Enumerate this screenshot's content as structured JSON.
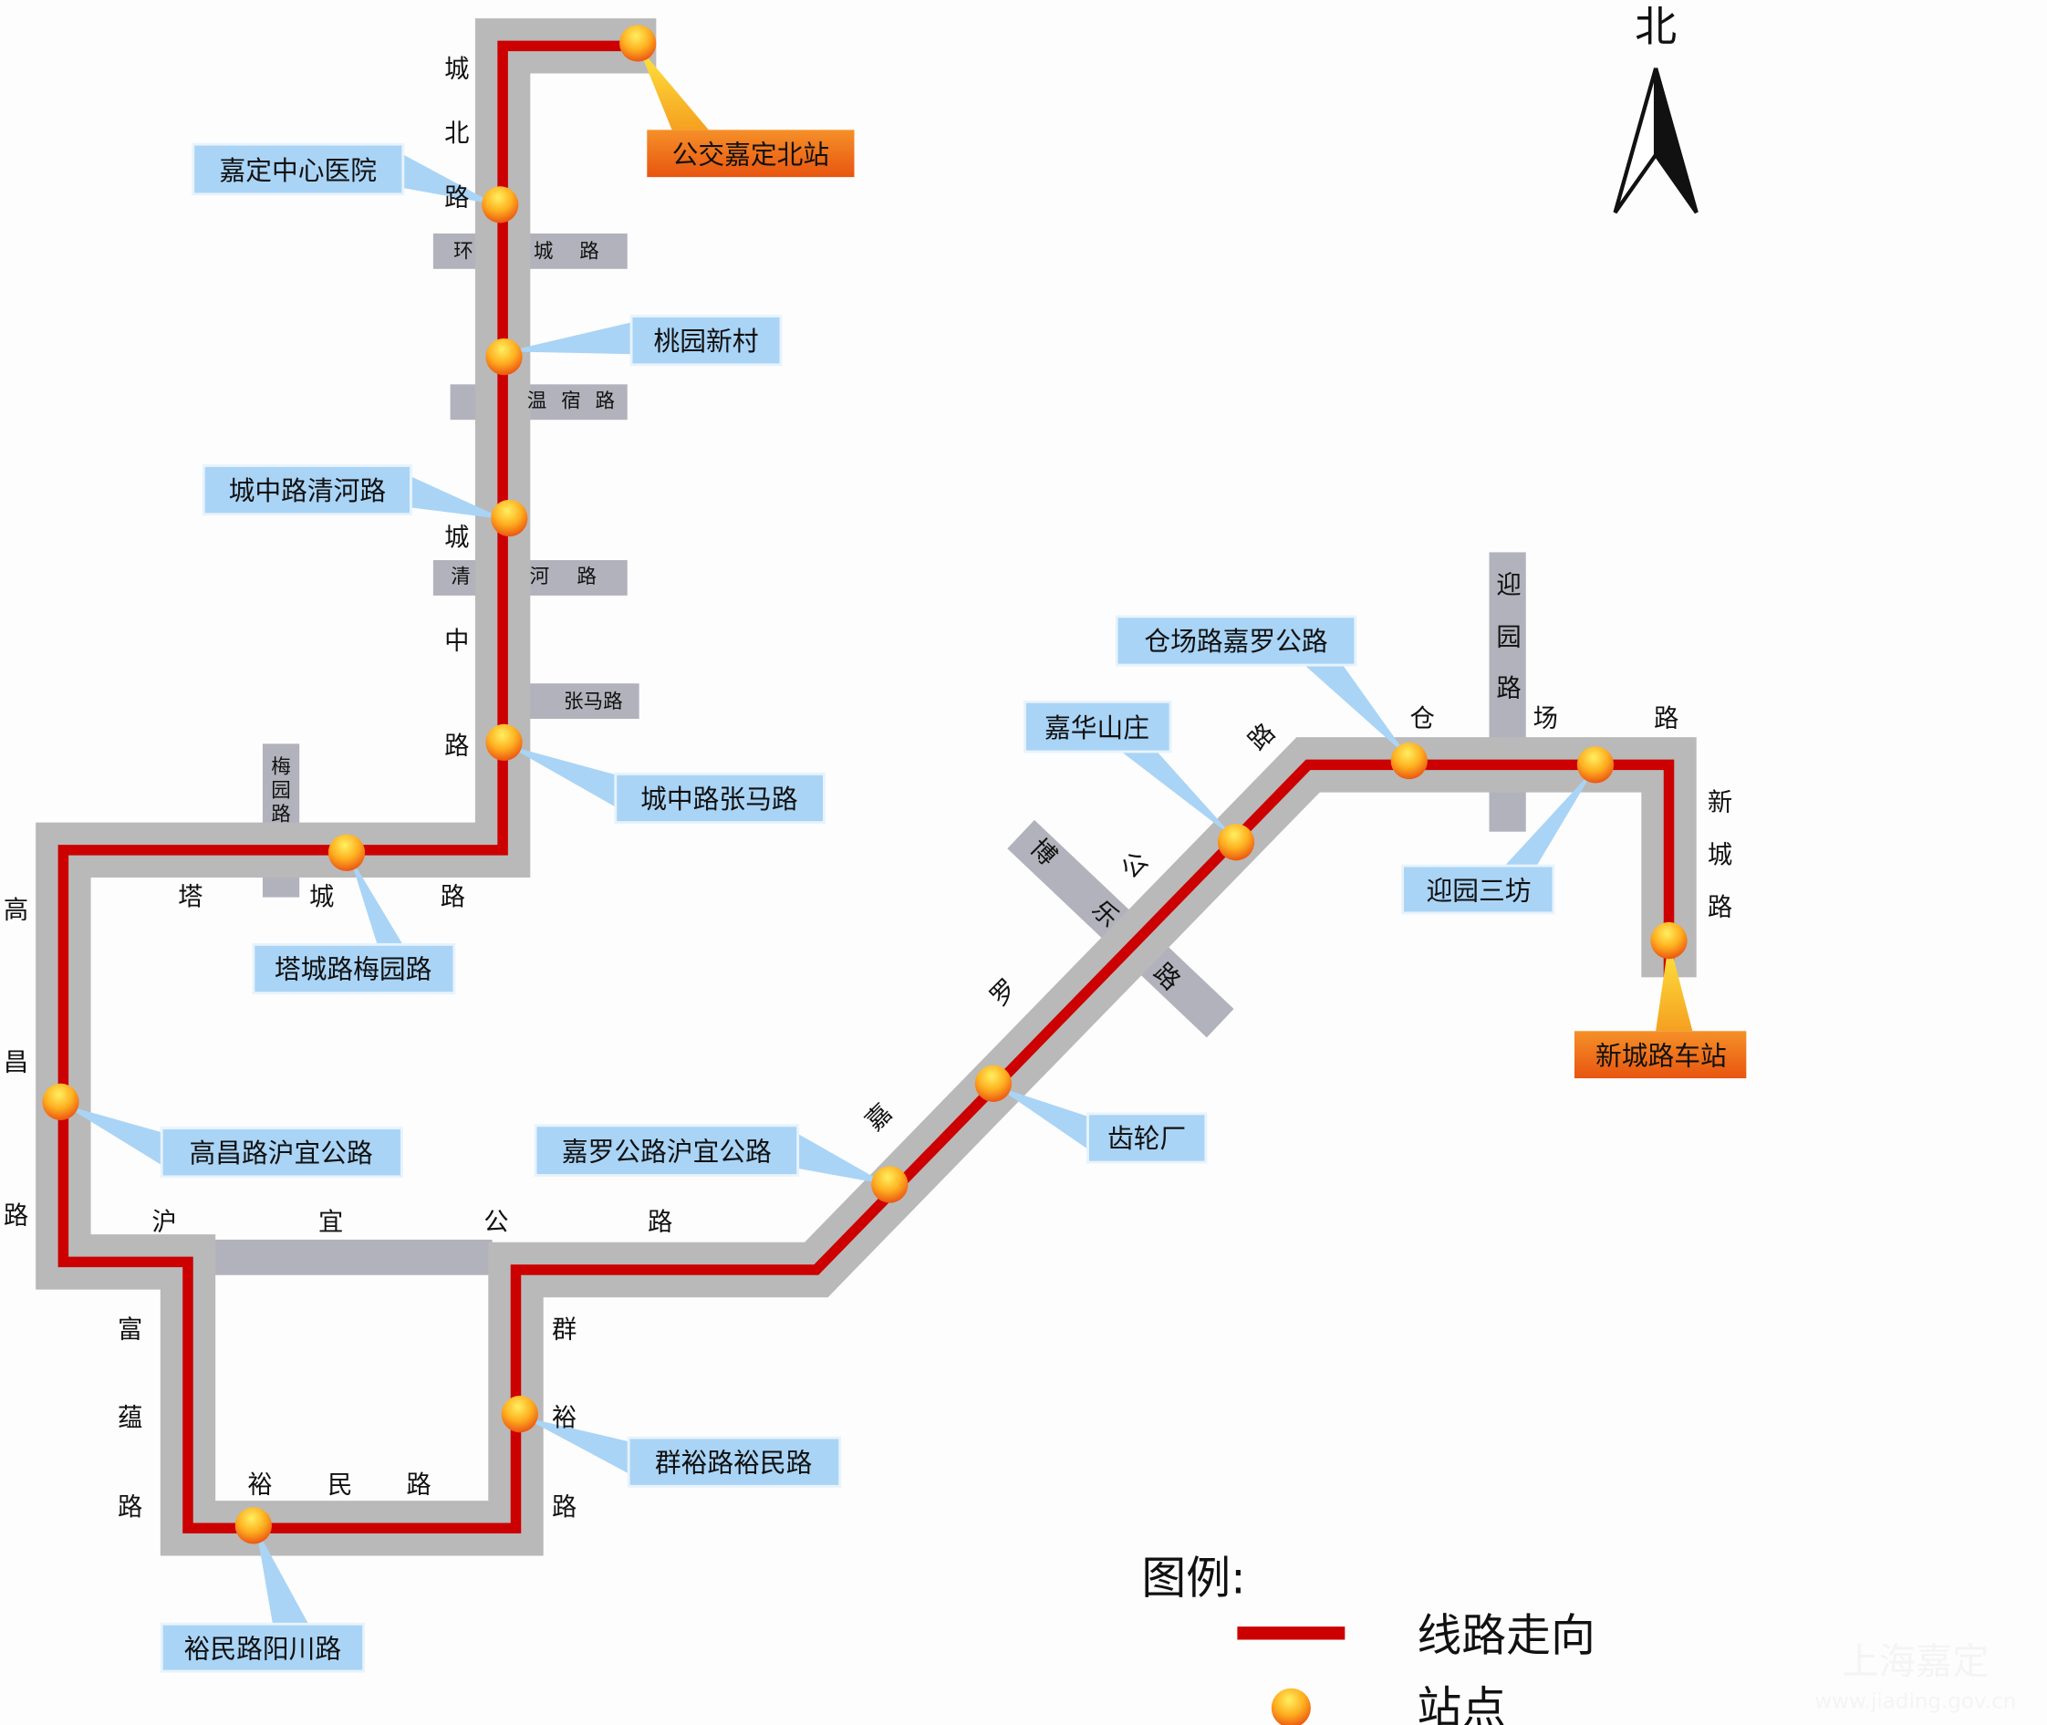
{
  "compass": {
    "north_label": "北"
  },
  "legend": {
    "title": "图例:",
    "route_label": "线路走向",
    "stop_label": "站点",
    "route_color": "#cc0000"
  },
  "terminals": [
    "公交嘉定北站",
    "新城路车站"
  ],
  "stops": [
    "嘉定中心医院",
    "桃园新村",
    "城中路清河路",
    "城中路张马路",
    "塔城路梅园路",
    "高昌路沪宜公路",
    "裕民路阳川路",
    "群裕路裕民路",
    "嘉罗公路沪宜公路",
    "齿轮厂",
    "嘉华山庄",
    "仓场路嘉罗公路",
    "迎园三坊"
  ],
  "roads": {
    "chengbei": [
      "城",
      "北",
      "路"
    ],
    "huancheng": [
      "环",
      "城",
      "路"
    ],
    "wensu": [
      "温",
      "宿",
      "路"
    ],
    "qinghe": [
      "清",
      "河",
      "路"
    ],
    "chengzhong": [
      "城",
      "中",
      "路"
    ],
    "zhangma": "张马路",
    "meiyuan": [
      "梅",
      "园",
      "路"
    ],
    "tacheng": [
      "塔",
      "城",
      "路"
    ],
    "gaochang": [
      "高",
      "昌",
      "路"
    ],
    "huyi": [
      "沪",
      "宜",
      "公",
      "路"
    ],
    "fuyun": [
      "富",
      "蕴",
      "路"
    ],
    "yumin": [
      "裕",
      "民",
      "路"
    ],
    "qunyu": [
      "群",
      "裕",
      "路"
    ],
    "jialuo": [
      "嘉",
      "罗",
      "公",
      "路"
    ],
    "bole": [
      "博",
      "乐",
      "路"
    ],
    "cangchang": [
      "仓",
      "场",
      "路"
    ],
    "yingyuan": [
      "迎",
      "园",
      "路"
    ],
    "xincheng": [
      "新",
      "城",
      "路"
    ]
  },
  "watermark": {
    "name": "上海嘉定",
    "url": "www.jiading.gov.cn"
  }
}
